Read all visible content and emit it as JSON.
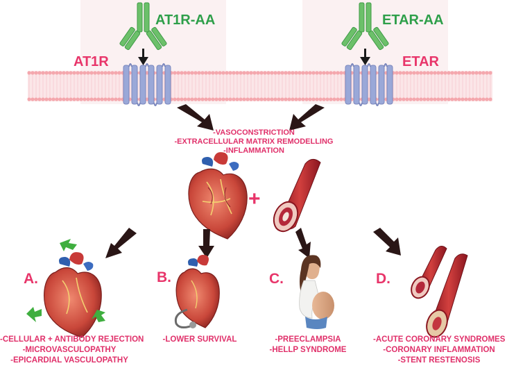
{
  "labels": {
    "at1r_aa": "AT1R-AA",
    "etar_aa": "ETAR-AA",
    "at1r": "AT1R",
    "etar": "ETAR"
  },
  "effects": [
    "-VASOCONSTRICTION",
    "-EXTRACELLULAR MATRIX REMODELLING",
    "-INFLAMMATION"
  ],
  "plus_sign": "+",
  "panels": {
    "a": {
      "letter": "A.",
      "lines": [
        "-CELLULAR + ANTIBODY REJECTION",
        "-MICROVASCULOPATHY",
        "-EPICARDIAL VASCULOPATHY"
      ]
    },
    "b": {
      "letter": "B.",
      "lines": [
        "-LOWER SURVIVAL"
      ]
    },
    "c": {
      "letter": "C.",
      "lines": [
        "-PREECLAMPSIA",
        "-HELLP SYNDROME"
      ]
    },
    "d": {
      "letter": "D.",
      "lines": [
        "-ACUTE CORONARY SYNDROMES",
        "-CORONARY INFLAMMATION",
        "-STENT RESTENOSIS"
      ]
    }
  },
  "colors": {
    "antibody": "#6cc06a",
    "membrane": "#f4a7ad",
    "receptor": "#9aa8d8",
    "accent_text": "#e0306a",
    "green_text": "#2e9f4a",
    "arrow": "#2a1616"
  }
}
